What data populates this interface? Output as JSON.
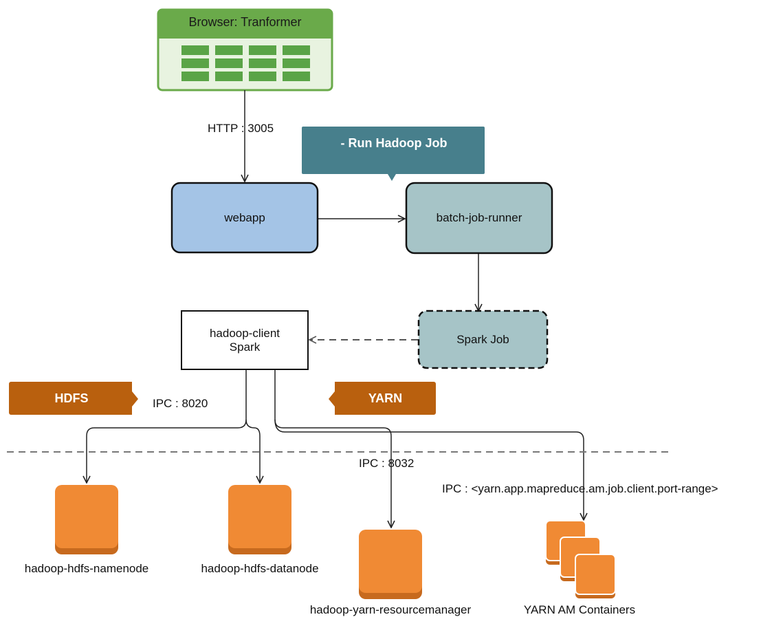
{
  "browser": {
    "title": "Browser: Tranformer",
    "icon": "table-icon"
  },
  "edges": {
    "browser_to_webapp": "HTTP : 3005",
    "hdfs_ipc": "IPC : 8020",
    "yarn_rm_ipc": "IPC : 8032",
    "yarn_am_ipc": "IPC : <yarn.app.mapreduce.am.job.client.port-range>"
  },
  "callout": {
    "text": "- Run Hadoop Job"
  },
  "nodes": {
    "webapp": "webapp",
    "batch_job_runner": "batch-job-runner",
    "spark_job": "Spark Job",
    "hadoop_client_line1": "hadoop-client",
    "hadoop_client_line2": "Spark"
  },
  "tags": {
    "hdfs": "HDFS",
    "yarn": "YARN"
  },
  "servers": {
    "namenode": "hadoop-hdfs-namenode",
    "datanode": "hadoop-hdfs-datanode",
    "resourcemanager": "hadoop-yarn-resourcemanager",
    "containers": "YARN AM Containers"
  },
  "colors": {
    "browser_green": "#6aaa4a",
    "browser_fill": "#e8f3e0",
    "webapp_blue": "#a4c4e6",
    "teal_node": "#a6c4c7",
    "callout_teal": "#477f8c",
    "tag_orange": "#b9600e",
    "server_orange": "#f08a34"
  }
}
